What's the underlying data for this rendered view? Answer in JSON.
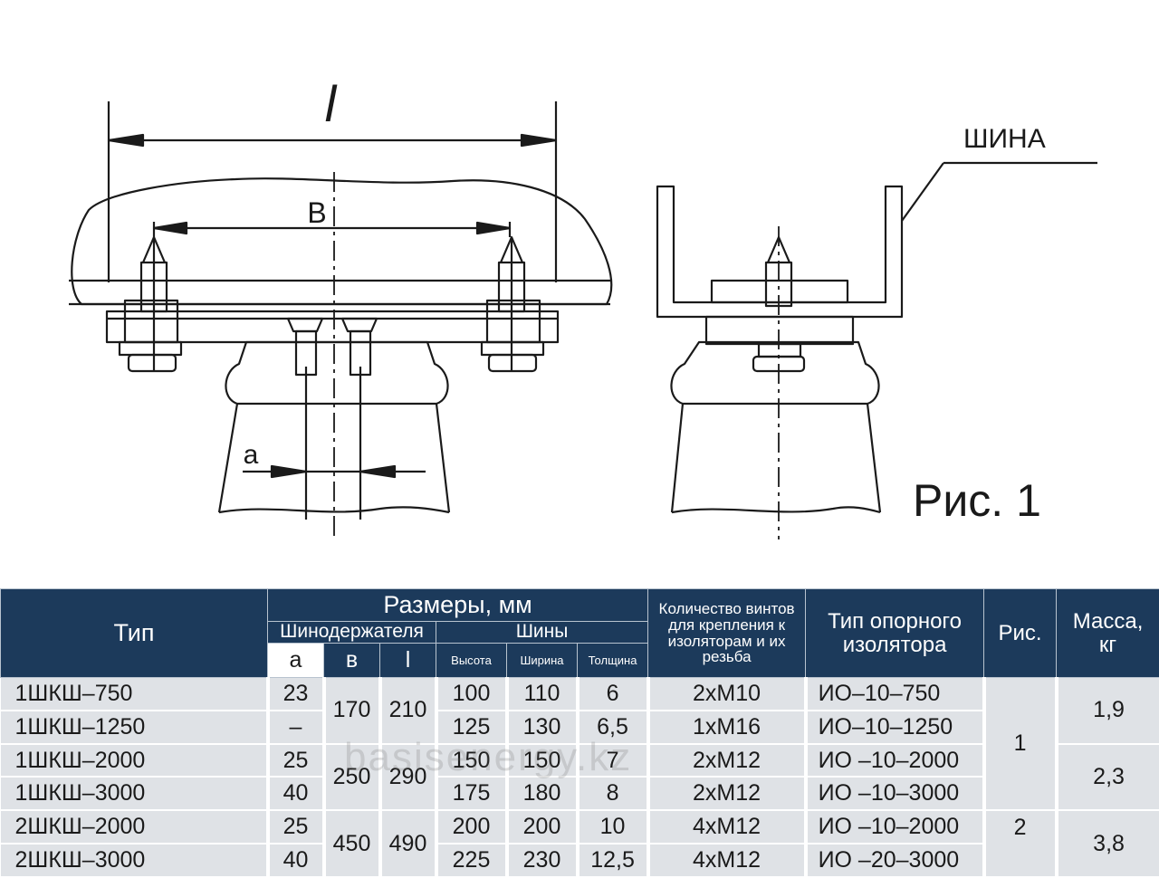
{
  "figure": {
    "dim_l": "l",
    "dim_b": "В",
    "dim_a": "а",
    "bus_label": "ШИНА",
    "caption": "Рис. 1"
  },
  "table": {
    "headers": {
      "type": "Тип",
      "dimensions": "Размеры, мм",
      "holder": "Шинодержателя",
      "bus": "Шины",
      "a": "а",
      "b": "в",
      "l": "l",
      "height": "Высота",
      "width": "Ширина",
      "thickness": "Толщина",
      "screws": "Количество винтов для крепления к изоляторам и их резьба",
      "insulator": "Тип опорного изолятора",
      "fig": "Рис.",
      "mass": "Масса, кг"
    },
    "rows": [
      {
        "type": "1ШКШ–750",
        "a": "23",
        "height": "100",
        "width": "110",
        "thickness": "6",
        "screws": "2хМ10",
        "insulator": "ИО–10–750"
      },
      {
        "type": "1ШКШ–1250",
        "a": "–",
        "height": "125",
        "width": "130",
        "thickness": "6,5",
        "screws": "1хМ16",
        "insulator": "ИО–10–1250"
      },
      {
        "type": "1ШКШ–2000",
        "a": "25",
        "height": "150",
        "width": "150",
        "thickness": "7",
        "screws": "2хМ12",
        "insulator": "ИО –10–2000"
      },
      {
        "type": "1ШКШ–3000",
        "a": "40",
        "height": "175",
        "width": "180",
        "thickness": "8",
        "screws": "2хМ12",
        "insulator": "ИО –10–3000"
      },
      {
        "type": "2ШКШ–2000",
        "a": "25",
        "height": "200",
        "width": "200",
        "thickness": "10",
        "screws": "4хМ12",
        "insulator": "ИО –10–2000"
      },
      {
        "type": "2ШКШ–3000",
        "a": "40",
        "height": "225",
        "width": "230",
        "thickness": "12,5",
        "screws": "4хМ12",
        "insulator": "ИО –20–3000"
      }
    ],
    "merged": {
      "b_1": "170",
      "l_1": "210",
      "b_2": "250",
      "l_2": "290",
      "b_3": "450",
      "l_3": "490",
      "fig_1": "1",
      "fig_2": "2",
      "mass_1": "1,9",
      "mass_2": "2,3",
      "mass_3": "3,8"
    }
  },
  "watermark": "basisenergy.kz",
  "colors": {
    "header_bg": "#1c3a5b",
    "row_bg": "#dfe2e6",
    "line": "#1a1a1a"
  }
}
